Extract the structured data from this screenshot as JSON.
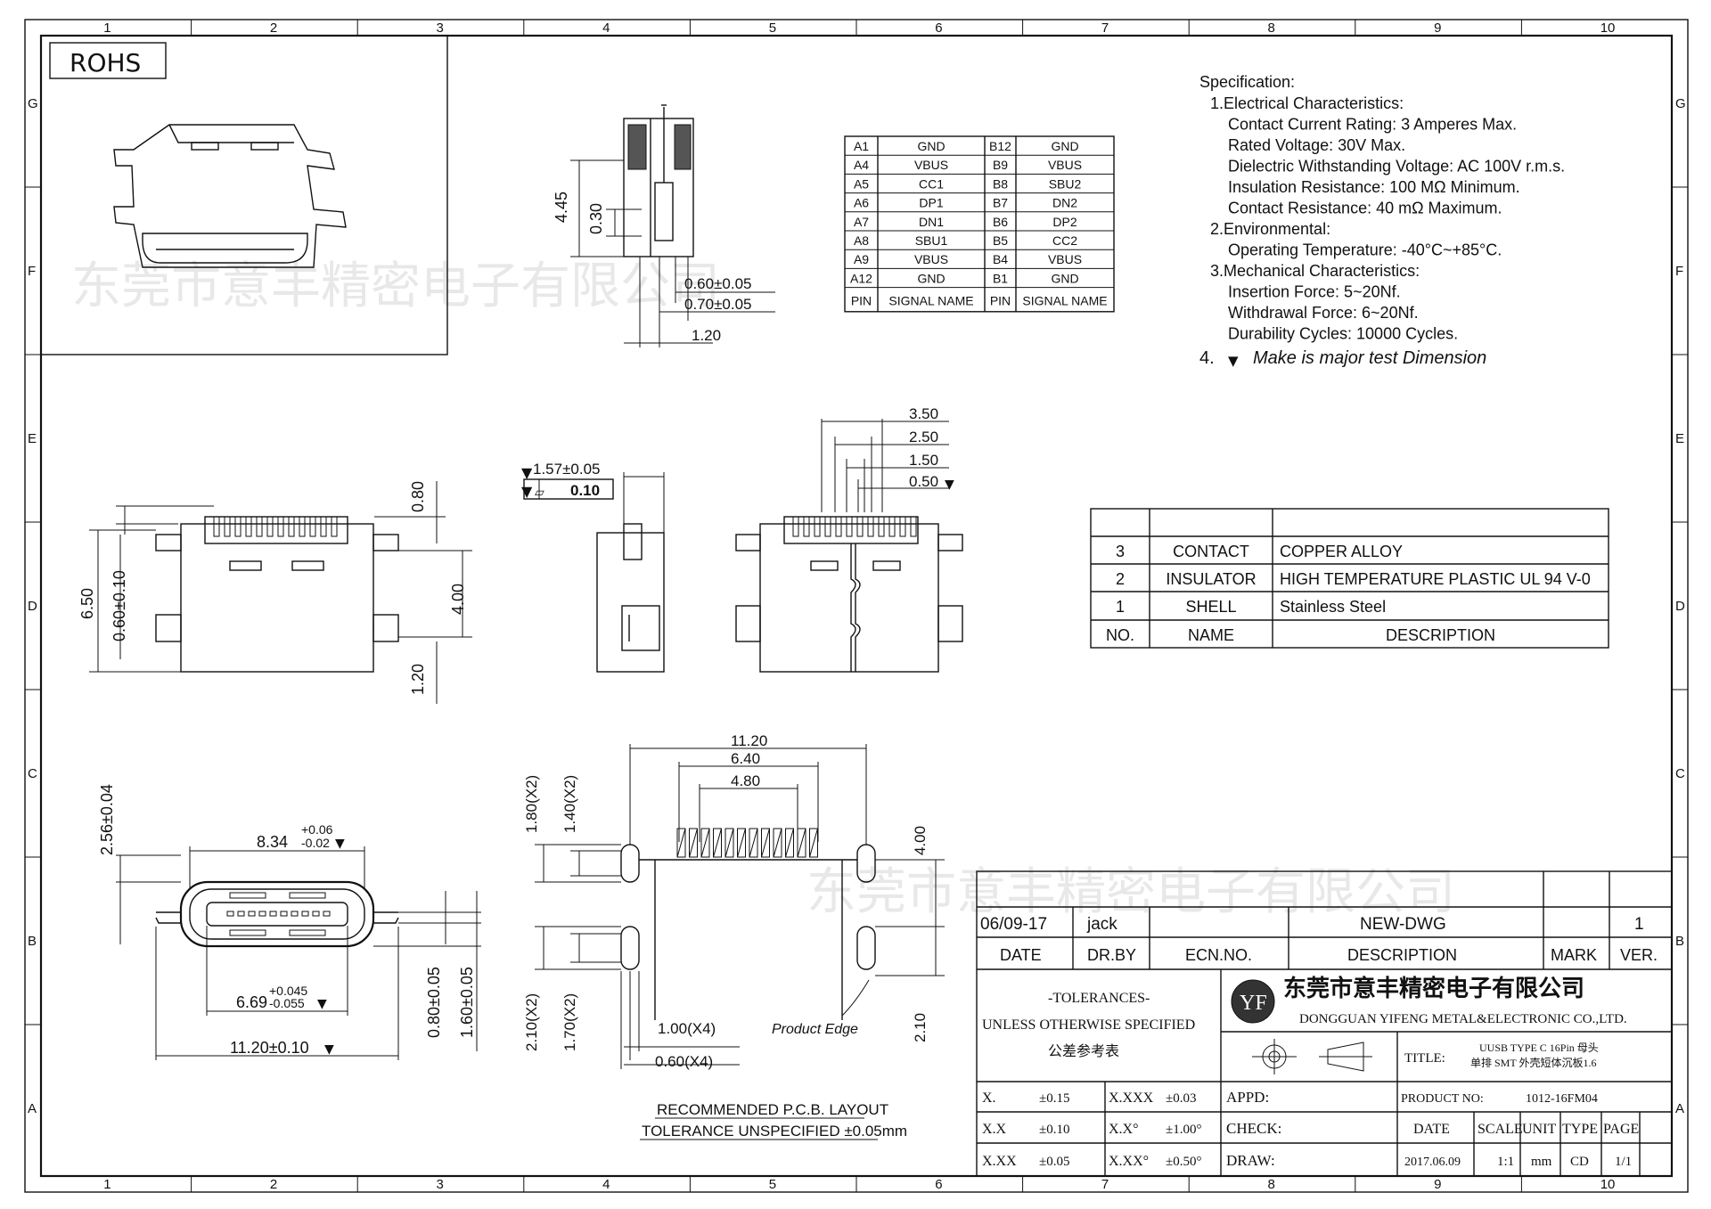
{
  "border_columns": [
    "1",
    "2",
    "3",
    "4",
    "5",
    "6",
    "7",
    "8",
    "9",
    "10"
  ],
  "border_rows": [
    "G",
    "F",
    "E",
    "D",
    "C",
    "B",
    "A"
  ],
  "rohs_label": "ROHS",
  "watermark": "东莞市意丰精密电子有限公司",
  "specification": {
    "title": "Specification:",
    "lines": [
      "1.Electrical Characteristics:",
      "Contact Current Rating: 3 Amperes Max.",
      "Rated Voltage:   30V Max.",
      "Dielectric Withstanding Voltage: AC 100V r.m.s.",
      "Insulation Resistance: 100 MΩ Minimum.",
      "Contact Resistance: 40 mΩ Maximum.",
      "2.Environmental:",
      "Operating Temperature: -40°C~+85°C.",
      "3.Mechanical Characteristics:",
      "Insertion Force: 5~20Nf.",
      "Withdrawal Force: 6~20Nf.",
      "Durability Cycles: 10000 Cycles."
    ],
    "note_number": "4.",
    "note_text": "Make is major test Dimension"
  },
  "pin_table": {
    "header": [
      "PIN",
      "SIGNAL NAME",
      "PIN",
      "SIGNAL NAME"
    ],
    "rows": [
      [
        "A1",
        "GND",
        "B12",
        "GND"
      ],
      [
        "A4",
        "VBUS",
        "B9",
        "VBUS"
      ],
      [
        "A5",
        "CC1",
        "B8",
        "SBU2"
      ],
      [
        "A6",
        "DP1",
        "B7",
        "DN2"
      ],
      [
        "A7",
        "DN1",
        "B6",
        "DP2"
      ],
      [
        "A8",
        "SBU1",
        "B5",
        "CC2"
      ],
      [
        "A9",
        "VBUS",
        "B4",
        "VBUS"
      ],
      [
        "A12",
        "GND",
        "B1",
        "GND"
      ]
    ]
  },
  "bom_table": {
    "header": [
      "NO.",
      "NAME",
      "DESCRIPTION"
    ],
    "rows": [
      [
        "3",
        "CONTACT",
        "COPPER ALLOY"
      ],
      [
        "2",
        "INSULATOR",
        "HIGH TEMPERATURE PLASTIC UL 94 V-0"
      ],
      [
        "1",
        "SHELL",
        "Stainless Steel"
      ]
    ]
  },
  "dimensions": {
    "side_445": "4.45",
    "side_030": "0.30",
    "side_060": "0.60±0.05",
    "side_070": "0.70±0.05",
    "side_120": "1.20",
    "front_080": "0.80",
    "front_650": "6.50",
    "front_060": "0.60±0.10",
    "front_400": "4.00",
    "front_120": "1.20",
    "mid_157": "1.57±0.05",
    "mid_flat": "0.10",
    "right_350": "3.50",
    "right_250": "2.50",
    "right_150": "1.50",
    "right_050": "0.50",
    "bot_256": "2.56±0.04",
    "bot_834": "8.34",
    "bot_834_tol_up": "+0.06",
    "bot_834_tol_dn": "-0.02",
    "bot_669": "6.69",
    "bot_669_tol_up": "+0.045",
    "bot_669_tol_dn": "-0.055",
    "bot_1120": "11.20±0.10",
    "bot_080": "0.80±0.05",
    "bot_160": "1.60±0.05",
    "pcb_1120": "11.20",
    "pcb_640": "6.40",
    "pcb_480": "4.80",
    "pcb_180": "1.80(X2)",
    "pcb_140": "1.40(X2)",
    "pcb_210x2": "2.10(X2)",
    "pcb_170": "1.70(X2)",
    "pcb_100": "1.00(X4)",
    "pcb_060": "0.60(X4)",
    "pcb_400": "4.00",
    "pcb_210": "2.10",
    "product_edge": "Product Edge"
  },
  "pcb_caption": {
    "line1": "RECOMMENDED  P.C.B.  LAYOUT",
    "line2": "TOLERANCE UNSPECIFIED ±0.05mm"
  },
  "title_block": {
    "rev_date": "06/09-17",
    "rev_by": "jack",
    "rev_desc": "NEW-DWG",
    "rev_ver": "1",
    "h_date": "DATE",
    "h_drby": "DR.BY",
    "h_ecn": "ECN.NO.",
    "h_desc": "DESCRIPTION",
    "h_mark": "MARK",
    "h_ver": "VER.",
    "tol_title": "-TOLERANCES-",
    "tol_sub": "UNLESS OTHERWISE SPECIFIED",
    "tol_cn": "公差参考表",
    "logo": "YF",
    "company_cn": "东莞市意丰精密电子有限公司",
    "company_en": "DONGGUAN YIFENG METAL&ELECTRONIC CO.,LTD.",
    "title_label": "TITLE:",
    "title_line1": "UUSB TYPE C 16Pin 母头",
    "title_line2": "单排 SMT 外壳短体沉板1.6",
    "tol_rows": [
      [
        "X.",
        "±0.15",
        "X.XXX",
        "±0.03"
      ],
      [
        "X.X",
        "±0.10",
        "X.X°",
        "±1.00°"
      ],
      [
        "X.XX",
        "±0.05",
        "X.XX°",
        "±0.50°"
      ]
    ],
    "appd": "APPD:",
    "check": "CHECK:",
    "draw": "DRAW:",
    "product_no_label": "PRODUCT NO:",
    "product_no": "1012-16FM04",
    "h_date2": "DATE",
    "h_scale": "SCALE",
    "h_unit": "UNIT",
    "h_type": "TYPE",
    "h_page": "PAGE",
    "v_date": "2017.06.09",
    "v_scale": "1:1",
    "v_unit": "mm",
    "v_type": "CD",
    "v_page": "1/1"
  }
}
